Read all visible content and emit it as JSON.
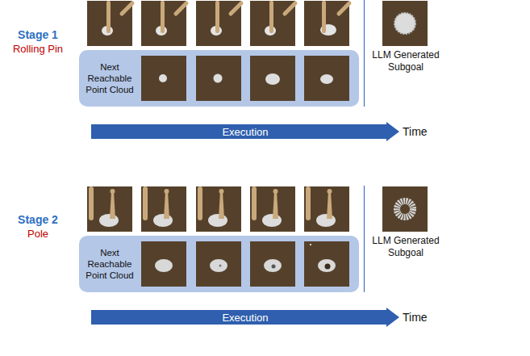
{
  "diagram": {
    "nodes": [
      {
        "text": [
          "Next Reachable Point Cloud"
        ]
      },
      {
        "text": [
          "Execution"
        ]
      },
      {
        "text": [
          "Next Reachable Point Cloud"
        ]
      },
      {
        "text": [
          "Execution"
        ]
      }
    ],
    "labels": [
      "Stage 1",
      "Rolling Pin",
      "Time",
      "LLM Generated Subgoal",
      "Stage 2",
      "Pole",
      "Time",
      "LLM Generated Subgoal"
    ]
  }
}
